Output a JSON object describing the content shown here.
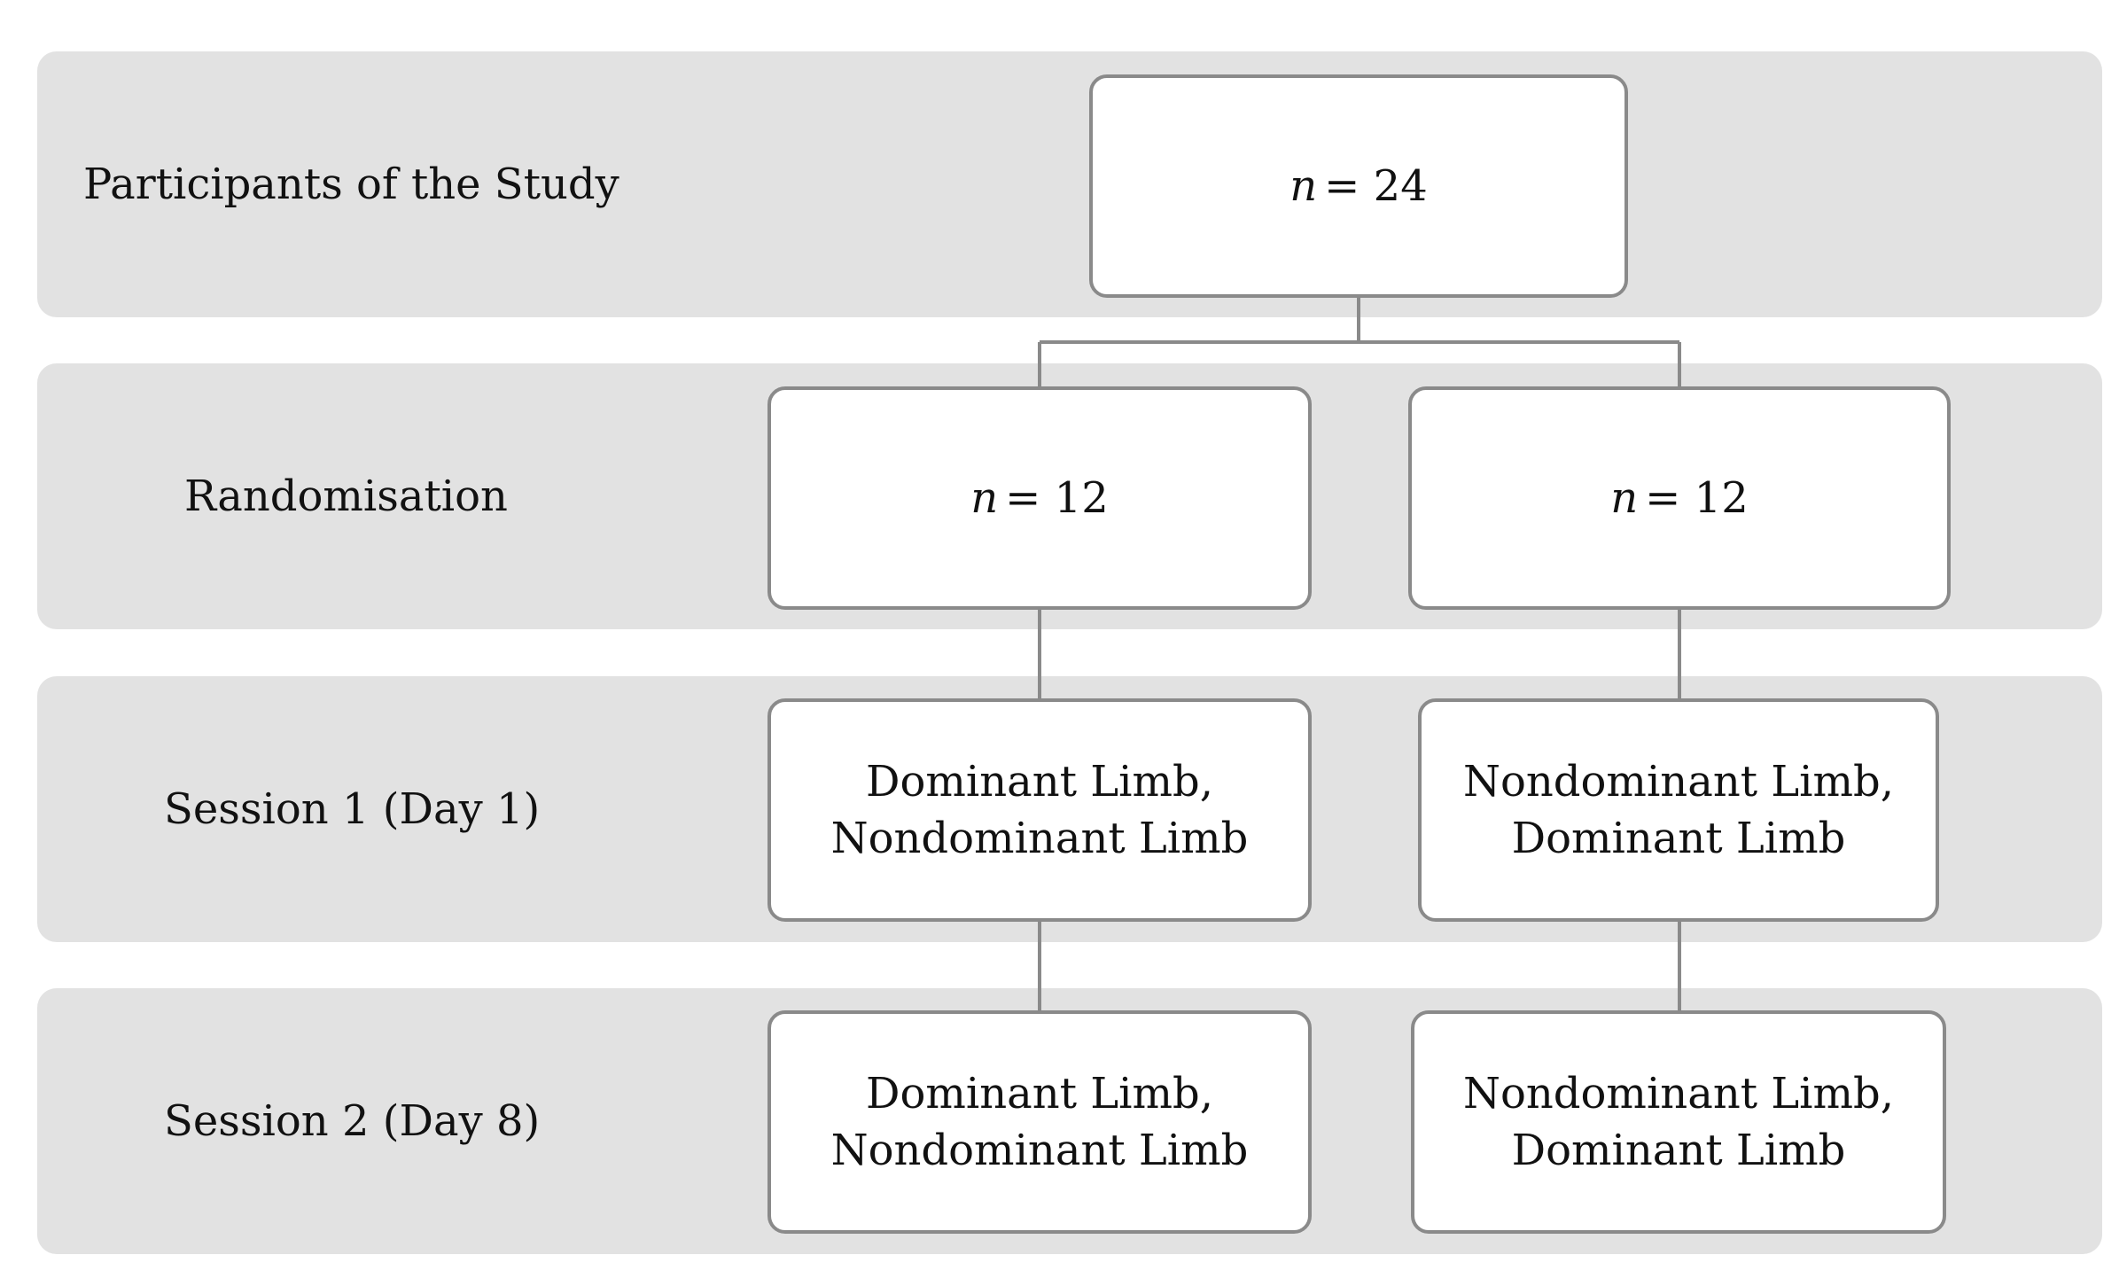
{
  "rows": {
    "participants": {
      "label": "Participants of the Study"
    },
    "randomisation": {
      "label": "Randomisation"
    },
    "session1": {
      "label": "Session 1 (Day 1)"
    },
    "session2": {
      "label": "Session 2 (Day 8)"
    }
  },
  "boxes": {
    "total": {
      "n_symbol": "n",
      "value": "= 24"
    },
    "group_a": {
      "n_symbol": "n",
      "value": "= 12"
    },
    "group_b": {
      "n_symbol": "n",
      "value": "= 12"
    },
    "a_session1": {
      "line1": "Dominant Limb,",
      "line2": "Nondominant Limb"
    },
    "b_session1": {
      "line1": "Nondominant Limb,",
      "line2": "Dominant Limb"
    },
    "a_session2": {
      "line1": "Dominant Limb,",
      "line2": "Nondominant Limb"
    },
    "b_session2": {
      "line1": "Nondominant Limb,",
      "line2": "Dominant Limb"
    }
  }
}
